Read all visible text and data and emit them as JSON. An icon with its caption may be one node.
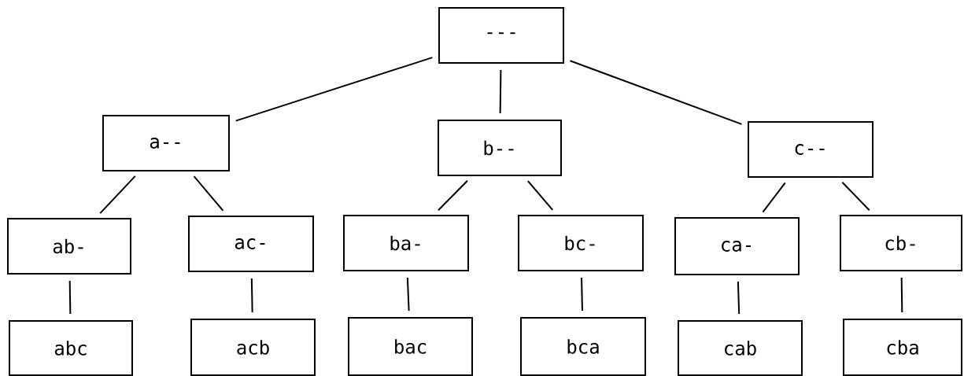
{
  "diagram": {
    "nodes": [
      {
        "text": [
          "---"
        ]
      },
      {
        "text": [
          "a--"
        ]
      },
      {
        "text": [
          "b--"
        ]
      },
      {
        "text": [
          "c--"
        ]
      },
      {
        "text": [
          "ab-"
        ]
      },
      {
        "text": [
          "ac-"
        ]
      },
      {
        "text": [
          "ba-"
        ]
      },
      {
        "text": [
          "bc-"
        ]
      },
      {
        "text": [
          "ca-"
        ]
      },
      {
        "text": [
          "cb-"
        ]
      },
      {
        "text": [
          "abc"
        ]
      },
      {
        "text": [
          "acb"
        ]
      },
      {
        "text": [
          "bac"
        ]
      },
      {
        "text": [
          "bca"
        ]
      },
      {
        "text": [
          "cab"
        ]
      },
      {
        "text": [
          "cba"
        ]
      }
    ],
    "edges": [
      {
        "from": 0,
        "to": 1,
        "arrow": "none"
      },
      {
        "from": 0,
        "to": 2,
        "arrow": "none"
      },
      {
        "from": 0,
        "to": 3,
        "arrow": "none"
      },
      {
        "from": 1,
        "to": 4,
        "arrow": "none"
      },
      {
        "from": 1,
        "to": 5,
        "arrow": "none"
      },
      {
        "from": 2,
        "to": 6,
        "arrow": "none"
      },
      {
        "from": 2,
        "to": 7,
        "arrow": "none"
      },
      {
        "from": 3,
        "to": 8,
        "arrow": "none"
      },
      {
        "from": 3,
        "to": 9,
        "arrow": "none"
      },
      {
        "from": 4,
        "to": 10,
        "arrow": "none"
      },
      {
        "from": 5,
        "to": 11,
        "arrow": "none"
      },
      {
        "from": 6,
        "to": 12,
        "arrow": "none"
      },
      {
        "from": 7,
        "to": 13,
        "arrow": "none"
      },
      {
        "from": 8,
        "to": 14,
        "arrow": "none"
      },
      {
        "from": 9,
        "to": 15,
        "arrow": "none"
      }
    ]
  }
}
